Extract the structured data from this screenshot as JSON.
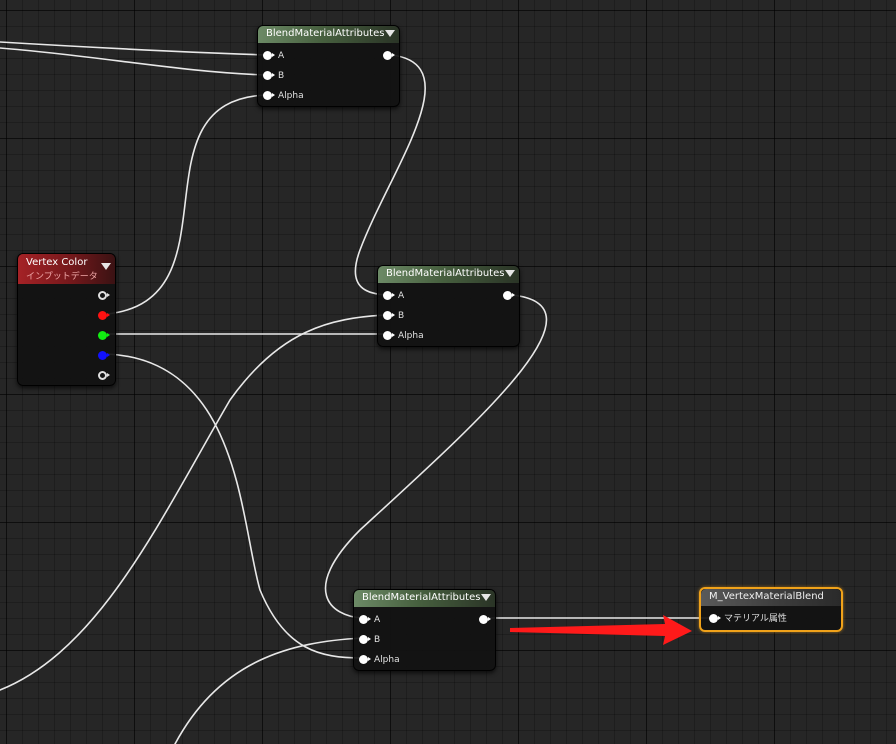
{
  "graph": {
    "vertex_color": {
      "title": "Vertex Color",
      "subtitle": "インプットデータ"
    },
    "blend_nodes": [
      {
        "title": "BlendMaterialAttributes",
        "inputs": [
          "A",
          "B",
          "Alpha"
        ]
      },
      {
        "title": "BlendMaterialAttributes",
        "inputs": [
          "A",
          "B",
          "Alpha"
        ]
      },
      {
        "title": "BlendMaterialAttributes",
        "inputs": [
          "A",
          "B",
          "Alpha"
        ]
      }
    ],
    "result_node": {
      "title": "M_VertexMaterialBlend",
      "input": "マテリアル属性"
    }
  },
  "colors": {
    "wire": "#e8e8e8",
    "selection": "#f0a21a",
    "annotation_arrow": "#ff1a1a",
    "channel_r": "#ff1111",
    "channel_g": "#11ee11",
    "channel_b": "#1111ff"
  }
}
